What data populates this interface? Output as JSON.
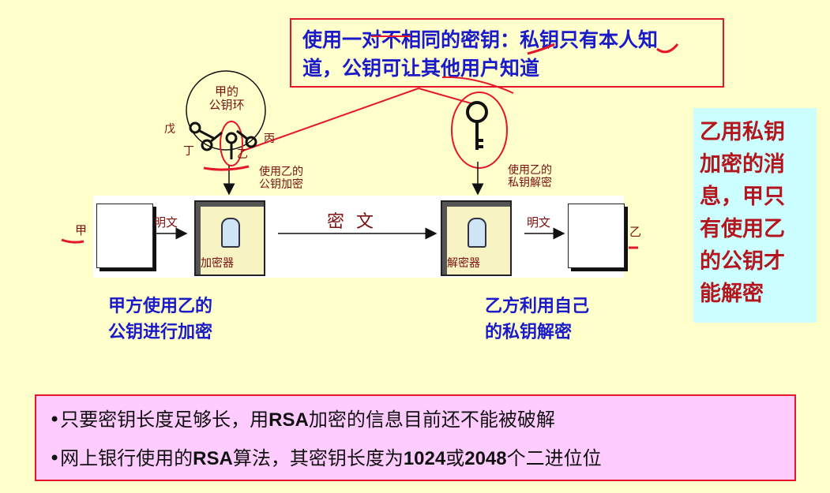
{
  "callout": {
    "line1": "使用一对不相同的密钥：私钥只有本人知",
    "line2": "道，公钥可让其他用户知道"
  },
  "side_note": {
    "line1": "乙用私钥",
    "line2": "加密的消",
    "line3": "息，甲只",
    "line4": "有使用乙",
    "line5": "的公钥才",
    "line6": "能解密"
  },
  "keyring": {
    "label_line1": "甲的",
    "label_line2": "公钥环",
    "keys": [
      "戊",
      "丁",
      "乙",
      "丙"
    ]
  },
  "encrypt_key_label": {
    "line1": "使用乙的",
    "line2": "公钥加密"
  },
  "decrypt_key_label": {
    "line1": "使用乙的",
    "line2": "私钥解密"
  },
  "flow": {
    "sender": "甲",
    "plaintext_in": "明文",
    "encryptor": "加密器",
    "ciphertext": "密 文",
    "decryptor": "解密器",
    "plaintext_out": "明文",
    "receiver": "乙"
  },
  "captions": {
    "left_line1": "甲方使用乙的",
    "left_line2": "公钥进行加密",
    "right_line1": "乙方利用自己",
    "right_line2": "的私钥解密"
  },
  "notes": {
    "line1_a": "•只要密钥长度足够长，用",
    "line1_b": "RSA",
    "line1_c": "加密的信息目前还不能被破解",
    "line2_a": "•网上银行使用的",
    "line2_b": "RSA",
    "line2_c": "算法，其密钥长度为",
    "line2_d": "1024",
    "line2_e": "或",
    "line2_f": "2048",
    "line2_g": "个二进位位"
  },
  "colors": {
    "background": "#ffffcc",
    "blue_text": "#1a1ac8",
    "red": "#e4172b",
    "side_bg": "#ccffff",
    "bottom_bg": "#ffccff"
  }
}
